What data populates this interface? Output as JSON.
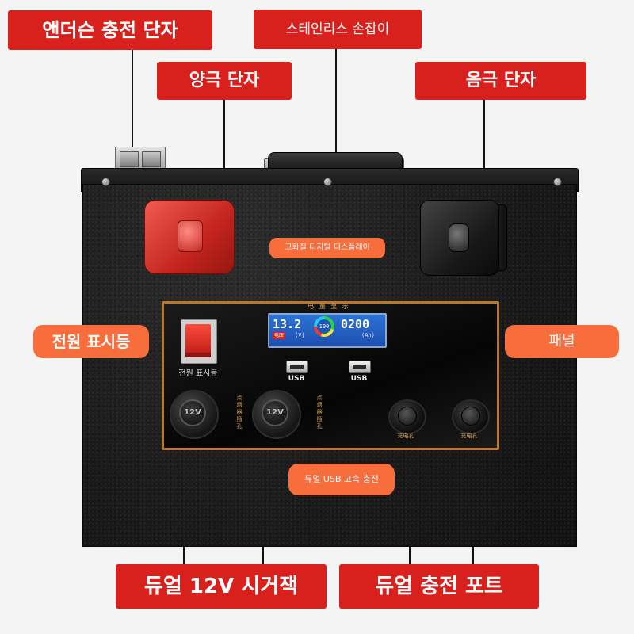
{
  "labels": {
    "anderson": "앤더슨 충전 단자",
    "handle": "스테인리스 손잡이",
    "positive": "양극 단자",
    "negative": "음극 단자",
    "display": "고화질 디지털 디스플레이",
    "power_indicator": "전원 표시등",
    "panel": "패널",
    "usb": "듀얼 USB 고속 충전",
    "socket_12v": "듀얼 12V 시거잭",
    "charge_ports": "듀얼 충전 포트"
  },
  "device": {
    "panel_header": "电 量 显 示",
    "switch_caption": "전원 표시등",
    "display_voltage": "13.2",
    "display_voltage_unit": "(V)",
    "display_percent": "100",
    "display_capacity": "0200",
    "display_capacity_unit": "(Ah)",
    "display_tag": "电压",
    "usb_left": "USB",
    "usb_right": "USB",
    "socket_text": "12V",
    "socket_side_text": "点烟器插孔",
    "dc_port_text": "充电孔"
  },
  "colors": {
    "callout_red": "#d8201d",
    "callout_orange": "#f76d3c",
    "panel_border": "#b7772e",
    "positive_terminal": "#c3251e",
    "display_blue": "#2b73d6"
  }
}
